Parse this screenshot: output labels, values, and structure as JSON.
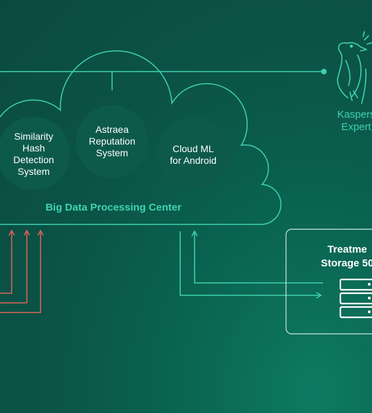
{
  "bubbles": [
    {
      "lines": [
        "Similarity",
        "Hash",
        "Detection",
        "System"
      ]
    },
    {
      "lines": [
        "Astraea",
        "Reputation",
        "System"
      ]
    },
    {
      "lines": [
        "Cloud ML",
        "for Android"
      ]
    }
  ],
  "center_label": "Big Data Processing Center",
  "expert_label": [
    "Kaspers",
    "Expert"
  ],
  "storage_label": [
    "Treatme",
    "Storage 50"
  ],
  "colors": {
    "line": "#3fd3b0",
    "arrow_red": "#e0645a",
    "bubble": "#0d5a4b",
    "text": "#ffffff"
  }
}
